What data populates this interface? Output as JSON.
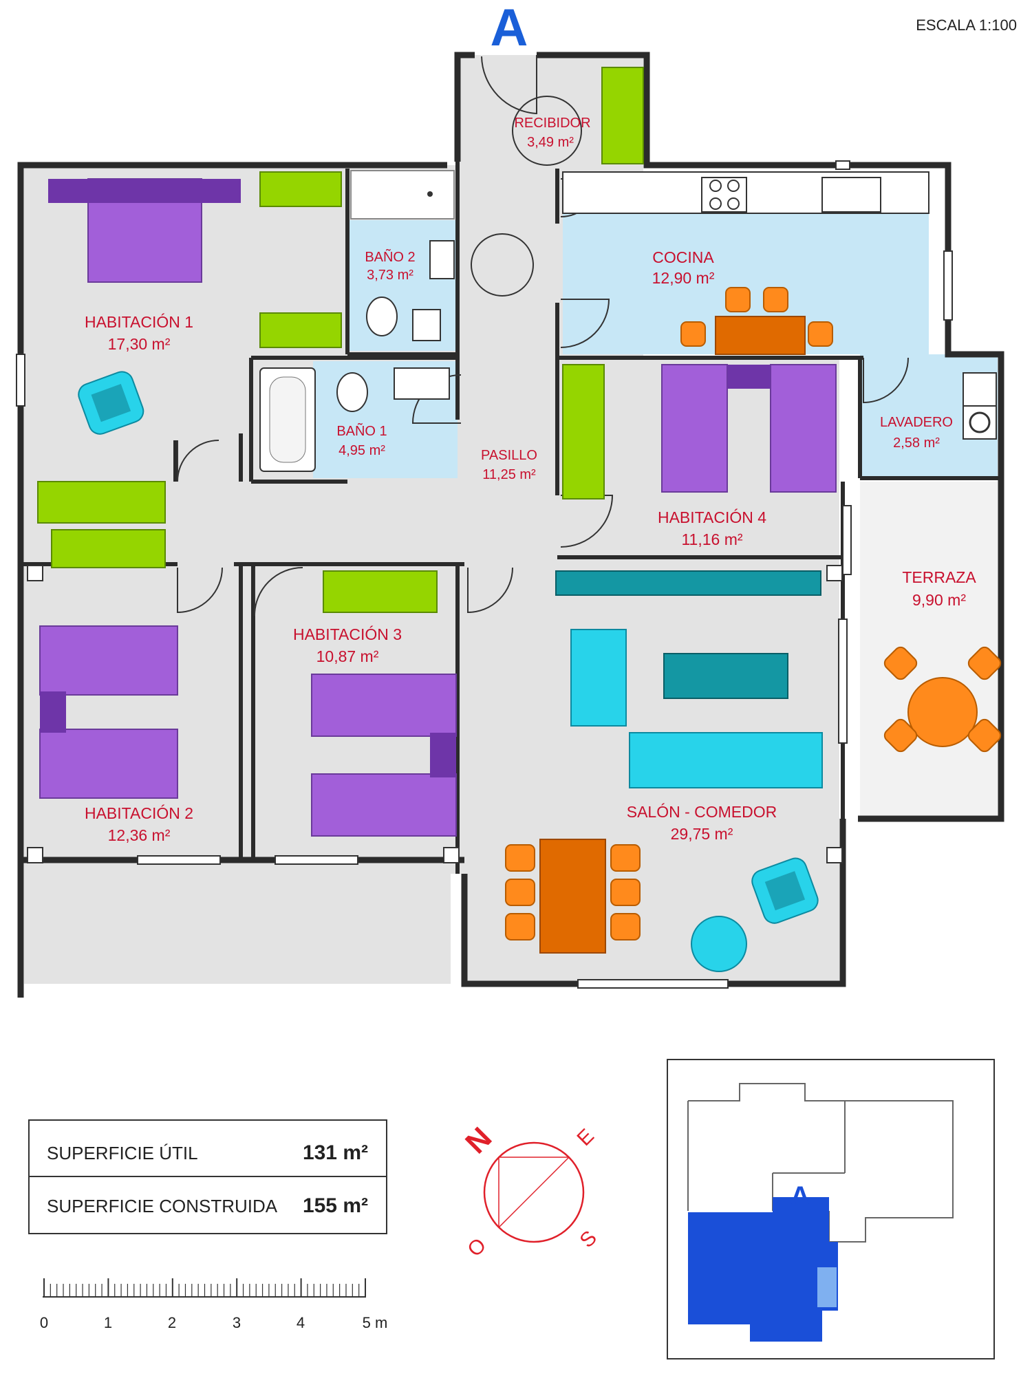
{
  "header": {
    "unit_letter": "A",
    "scale": "ESCALA 1:100"
  },
  "rooms": [
    {
      "key": "recibidor",
      "name": "RECIBIDOR",
      "area": "3,49 m²"
    },
    {
      "key": "bano2",
      "name": "BAÑO 2",
      "area": "3,73 m²"
    },
    {
      "key": "cocina",
      "name": "COCINA",
      "area": "12,90 m²"
    },
    {
      "key": "hab1",
      "name": "HABITACIÓN 1",
      "area": "17,30 m²"
    },
    {
      "key": "bano1",
      "name": "BAÑO 1",
      "area": "4,95 m²"
    },
    {
      "key": "pasillo",
      "name": "PASILLO",
      "area": "11,25 m²"
    },
    {
      "key": "lavadero",
      "name": "LAVADERO",
      "area": "2,58 m²"
    },
    {
      "key": "hab4",
      "name": "HABITACIÓN 4",
      "area": "11,16 m²"
    },
    {
      "key": "terraza",
      "name": "TERRAZA",
      "area": "9,90 m²"
    },
    {
      "key": "hab3",
      "name": "HABITACIÓN 3",
      "area": "10,87 m²"
    },
    {
      "key": "hab2",
      "name": "HABITACIÓN 2",
      "area": "12,36 m²"
    },
    {
      "key": "salon",
      "name": "SALÓN - COMEDOR",
      "area": "29,75 m²"
    }
  ],
  "summary": {
    "rows": [
      {
        "label": "SUPERFICIE ÚTIL",
        "value": "131 m²"
      },
      {
        "label": "SUPERFICIE CONSTRUIDA",
        "value": "155 m²"
      }
    ]
  },
  "compass": {
    "n": "N",
    "e": "E",
    "s": "S",
    "o": "O"
  },
  "scale_bar": {
    "ticks": [
      "0",
      "1",
      "2",
      "3",
      "4",
      "5 m"
    ]
  },
  "keyplan": {
    "unit_letter": "A"
  },
  "colors": {
    "label_red": "#c8102e",
    "bed_purple": "#a25fd9",
    "wardrobe_green": "#95d500",
    "sofa_cyan": "#28d3ea",
    "table_orange": "#ff8a1c",
    "keyplan_blue": "#1a4fd8"
  }
}
